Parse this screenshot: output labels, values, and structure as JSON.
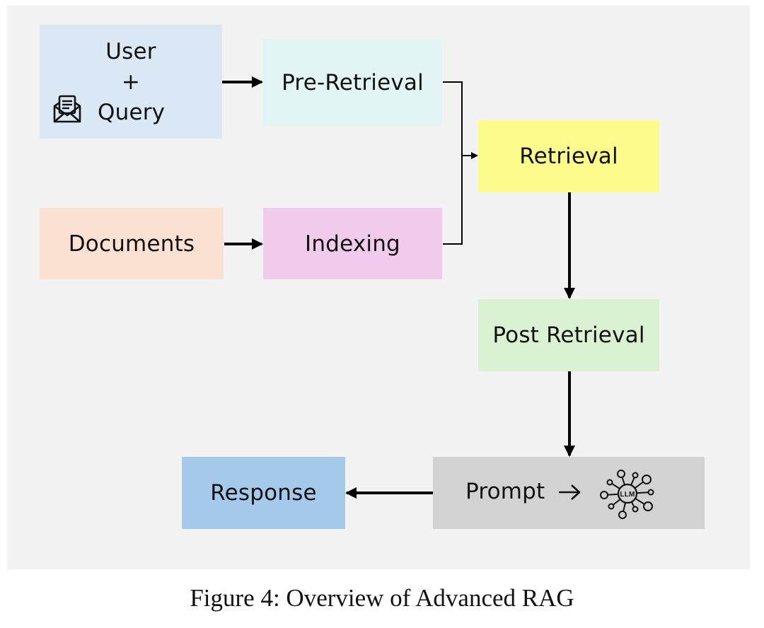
{
  "diagram": {
    "nodes": {
      "user": {
        "line1": "User",
        "line2": "+",
        "line3": "Query",
        "icon": "envelope-document-icon"
      },
      "pre_retrieval": "Pre-Retrieval",
      "retrieval": "Retrieval",
      "documents": "Documents",
      "indexing": "Indexing",
      "post_retrieval": "Post Retrieval",
      "prompt": {
        "label": "Prompt",
        "arrow_icon": "right-arrow-icon",
        "llm_icon": "llm-network-icon",
        "llm_text": "LLM"
      },
      "response": "Response"
    },
    "edges": [
      {
        "from": "user",
        "to": "pre_retrieval"
      },
      {
        "from": "documents",
        "to": "indexing"
      },
      {
        "from": "pre_retrieval",
        "to": "retrieval"
      },
      {
        "from": "indexing",
        "to": "retrieval"
      },
      {
        "from": "retrieval",
        "to": "post_retrieval"
      },
      {
        "from": "post_retrieval",
        "to": "prompt"
      },
      {
        "from": "prompt",
        "to": "response"
      }
    ],
    "colors": {
      "user": "#dae8f6",
      "pre_retrieval": "#e2f4f4",
      "retrieval": "#fcfc8c",
      "documents": "#fbe1d2",
      "indexing": "#f0cbec",
      "post_retrieval": "#dbf2d2",
      "prompt": "#d2d2d2",
      "response": "#a5c9eb",
      "background": "#f2f2f2"
    }
  },
  "caption": "Figure 4: Overview of Advanced RAG"
}
